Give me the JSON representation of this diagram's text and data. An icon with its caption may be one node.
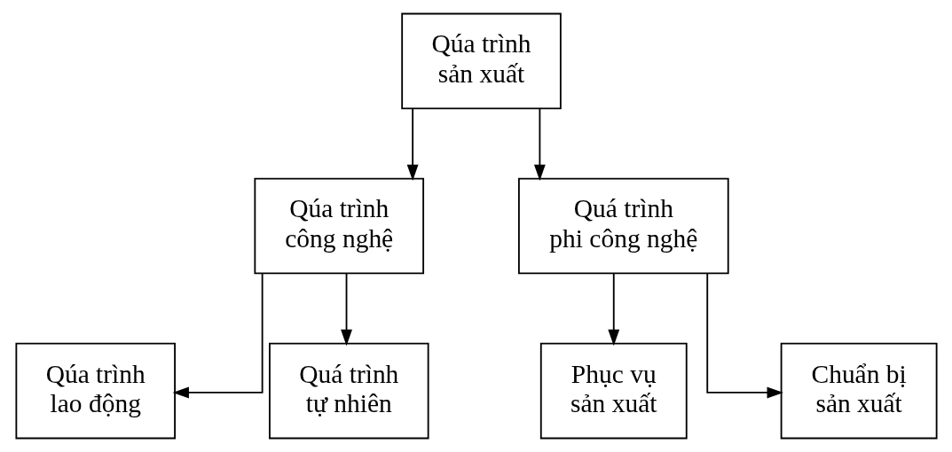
{
  "diagram": {
    "nodes": [
      {
        "text": [
          "Qúa trình sản xuất"
        ]
      },
      {
        "text": [
          "Qúa trình công nghệ"
        ]
      },
      {
        "text": [
          "Quá trình phi công nghệ"
        ]
      },
      {
        "text": [
          "Qúa trình lao động"
        ]
      },
      {
        "text": [
          "Quá trình tự nhiên"
        ]
      },
      {
        "text": [
          "Phục vụ sản xuất"
        ]
      },
      {
        "text": [
          "Chuẩn bị sản xuất"
        ]
      }
    ],
    "edges": [
      {
        "from": 0,
        "to": 1,
        "arrow": "to"
      },
      {
        "from": 0,
        "to": 2,
        "arrow": "to"
      },
      {
        "from": 1,
        "to": 3,
        "arrow": "to"
      },
      {
        "from": 1,
        "to": 4,
        "arrow": "to"
      },
      {
        "from": 2,
        "to": 5,
        "arrow": "to"
      },
      {
        "from": 2,
        "to": 6,
        "arrow": "to"
      }
    ]
  }
}
